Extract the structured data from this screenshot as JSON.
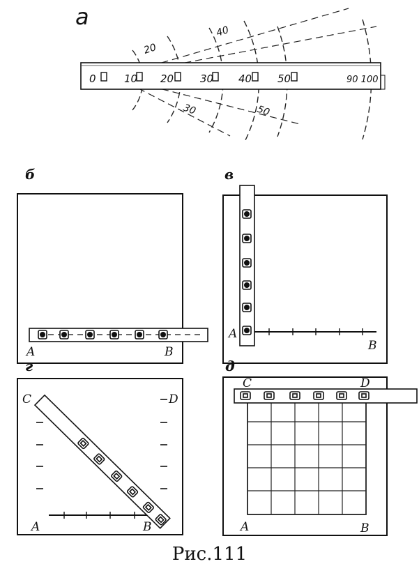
{
  "panels": {
    "a": {
      "letter": "а",
      "scale_labels": [
        "0",
        "10",
        "20",
        "30",
        "40",
        "50",
        "90 100"
      ],
      "arc_labels_upper": [
        "20",
        "40"
      ],
      "arc_labels_lower": [
        "30",
        "50"
      ]
    },
    "b": {
      "letter": "б",
      "corner_left": "A",
      "corner_right": "B"
    },
    "v": {
      "letter": "в",
      "corner_left": "A",
      "corner_right": "B"
    },
    "g": {
      "letter": "г",
      "top_left": "C",
      "top_right": "D",
      "bottom_left": "A",
      "bottom_right": "B"
    },
    "d": {
      "letter": "д",
      "top_left": "C",
      "top_right": "D",
      "bottom_left": "A",
      "bottom_right": "B"
    }
  },
  "caption": "Рис.111"
}
